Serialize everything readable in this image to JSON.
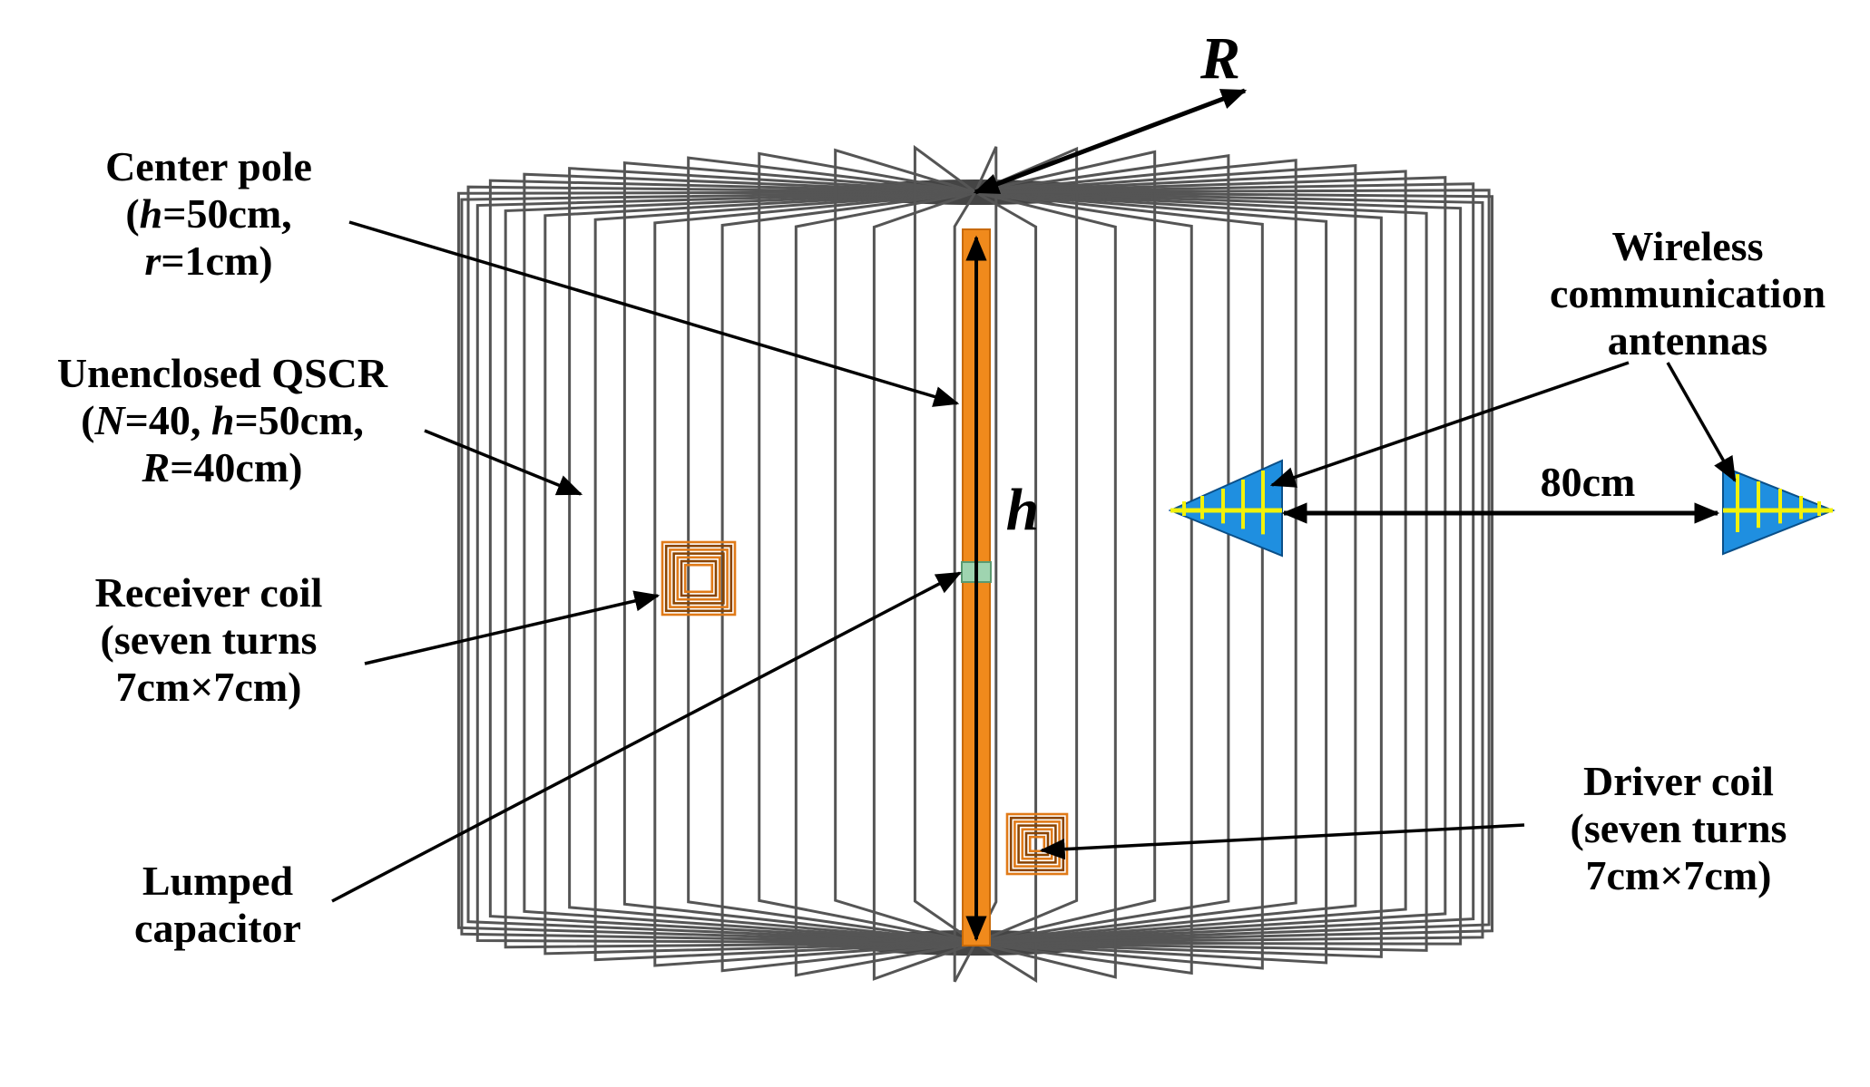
{
  "labels": {
    "center_pole": {
      "line1": "Center pole",
      "line2": {
        "open": "(",
        "var": "h",
        "rest": "=50cm,"
      },
      "line3": {
        "var": "r",
        "rest": "=1cm)"
      }
    },
    "qscr": {
      "line1": "Unenclosed QSCR",
      "line2": {
        "open": "(",
        "var1": "N",
        "mid1": "=40, ",
        "var2": "h",
        "rest": "=50cm,"
      },
      "line3": {
        "var": "R",
        "rest": "=40cm)"
      }
    },
    "receiver": {
      "line1": "Receiver coil",
      "line2": "(seven turns",
      "line3": "7cm×7cm)"
    },
    "capacitor": {
      "line1": "Lumped",
      "line2": "capacitor"
    },
    "driver": {
      "line1": "Driver coil",
      "line2": "(seven turns",
      "line3": "7cm×7cm)"
    },
    "antennas": {
      "line1": "Wireless",
      "line2": "communication",
      "line3": "antennas"
    },
    "distance": "80cm",
    "R_symbol": "R",
    "h_symbol": "h"
  },
  "colors": {
    "wire": "#555555",
    "pole": "#f08a1c",
    "coil": "#e07a18",
    "antenna_fill": "#1f8fe0",
    "antenna_trace": "#f2f20a",
    "capacitor": "#9fd4b0"
  },
  "icons": {
    "arrow": "arrow-icon"
  }
}
